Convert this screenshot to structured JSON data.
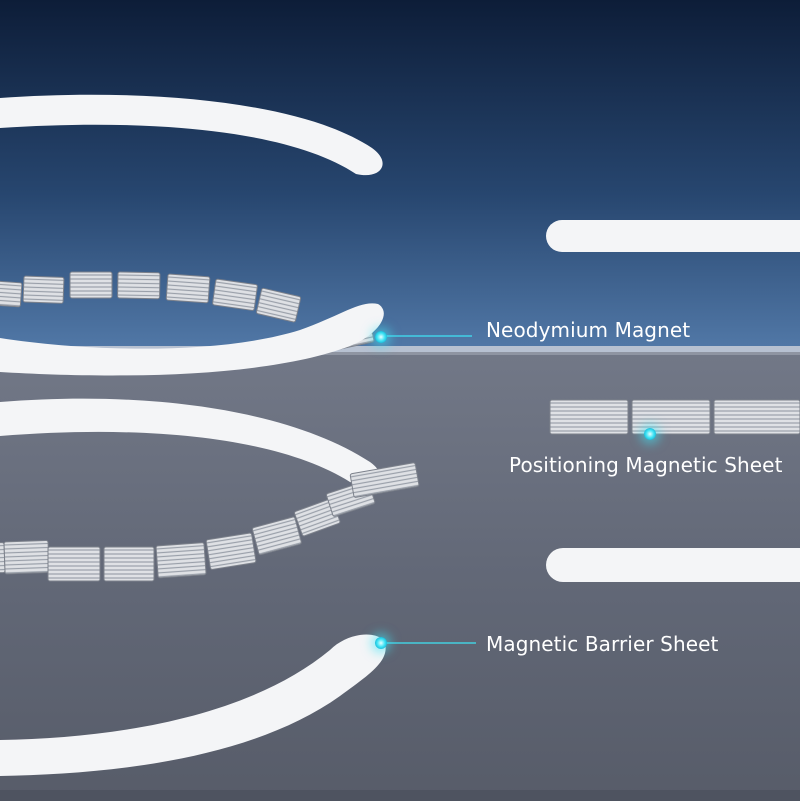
{
  "callouts": {
    "neodymium": {
      "label": "Neodymium Magnet"
    },
    "positioning": {
      "label": "Positioning Magnetic Sheet"
    },
    "barrier": {
      "label": "Magnetic Barrier Sheet"
    }
  },
  "colors": {
    "sky_top": "#0e1f3b",
    "sky_bottom": "#4a6f9e",
    "slab_top": "#6e7482",
    "slab_bottom": "#5a5f6c",
    "ring": "#f4f5f7",
    "magnet_light": "#e3e5e9",
    "magnet_dark": "#8d929c",
    "accent": "#3fe3f5"
  }
}
